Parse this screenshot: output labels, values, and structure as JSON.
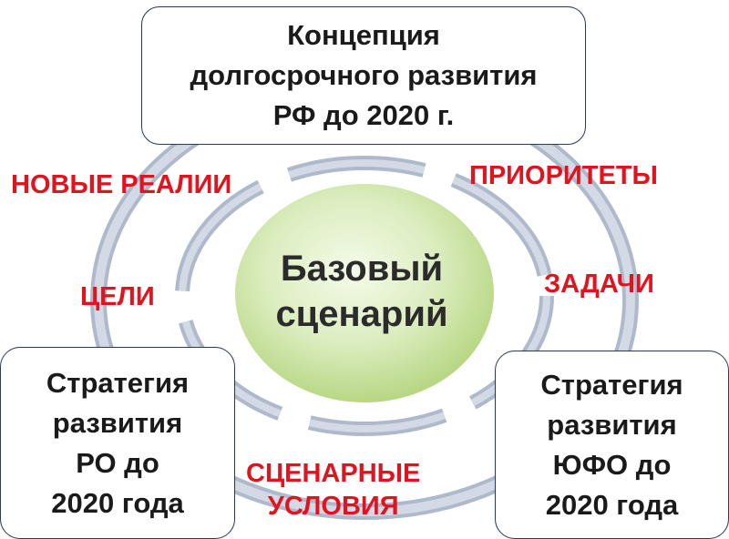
{
  "diagram": {
    "top_box": {
      "lines": [
        "Концепция",
        "долгосрочного развития",
        "РФ до 2020 г."
      ]
    },
    "left_box": {
      "lines": [
        "Стратегия",
        "развития",
        "РО до",
        "2020 года"
      ]
    },
    "right_box": {
      "lines": [
        "Стратегия",
        "развития",
        "ЮФО до",
        "2020 года"
      ]
    },
    "center": {
      "lines": [
        "Базовый",
        "сценарий"
      ]
    },
    "labels": {
      "new_realities": "НОВЫЕ РЕАЛИИ",
      "priorities": "ПРИОРИТЕТЫ",
      "goals": "ЦЕЛИ",
      "tasks": "ЗАДАЧИ",
      "scenario_conditions": [
        "СЦЕНАРНЫЕ",
        "УСЛОВИЯ"
      ]
    },
    "colors": {
      "label_red": "#e0141e",
      "ring_gray": "#c5cedd",
      "ring_stroke": "#aeb9cc",
      "center_green_light": "#f4fbe8",
      "center_green_dark": "#bcd98a",
      "box_border": "#2b3a55"
    }
  }
}
